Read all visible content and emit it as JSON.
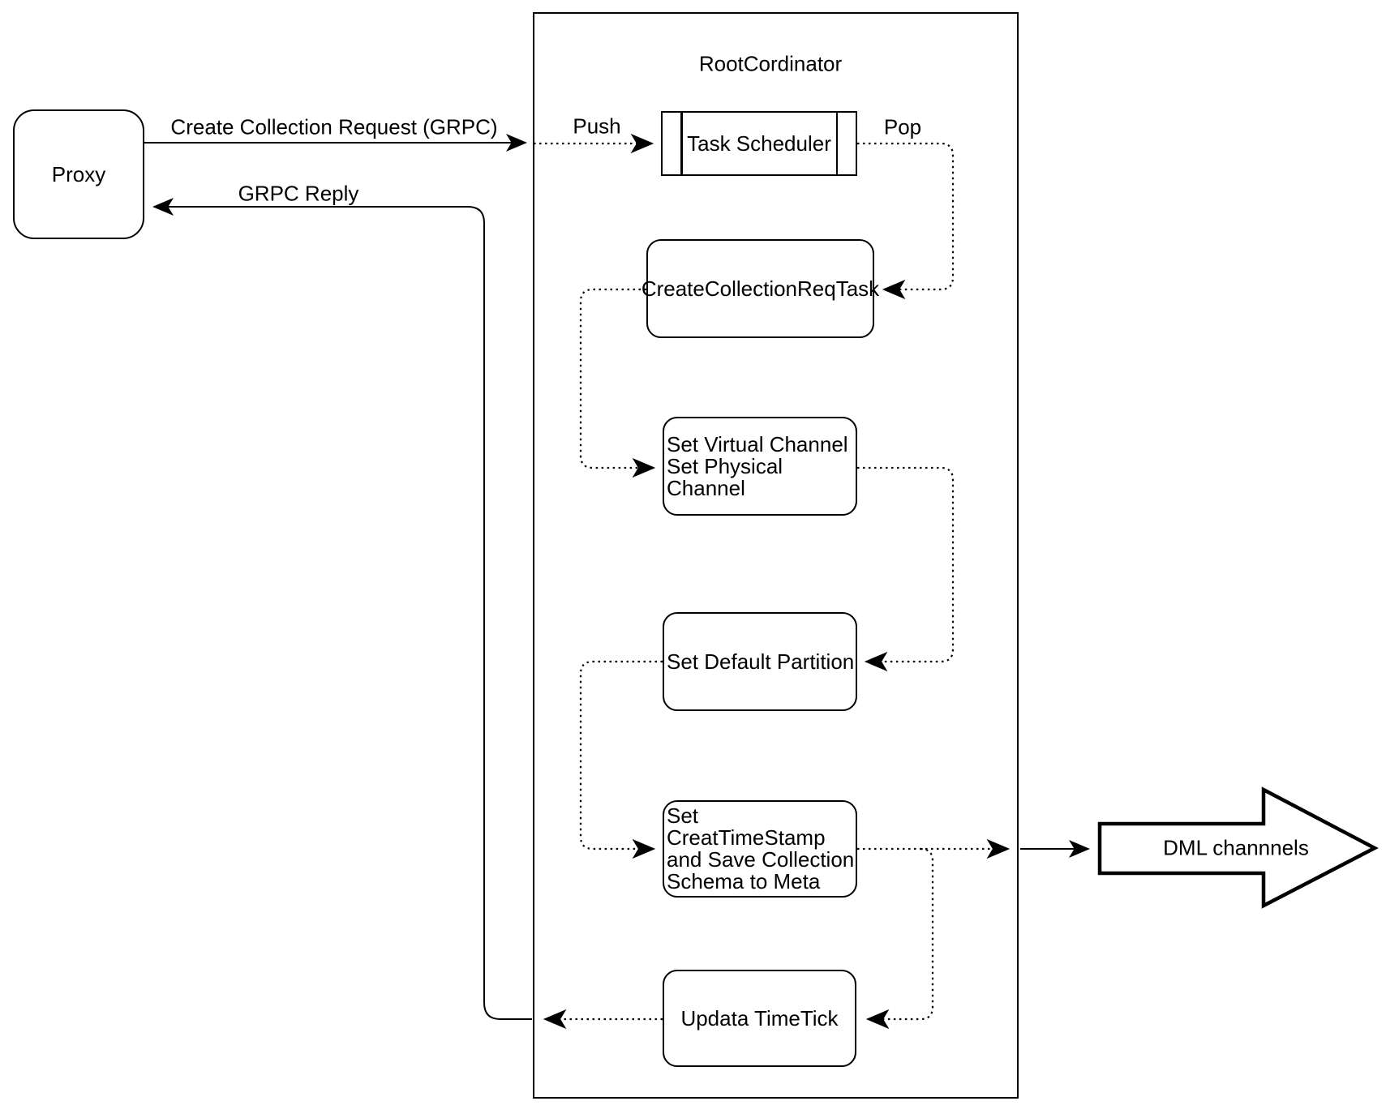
{
  "colors": {
    "stroke": "#000000",
    "background": "#ffffff"
  },
  "nodes": {
    "proxy": "Proxy",
    "root_coordinator": "RootCordinator",
    "task_scheduler": "Task Scheduler",
    "create_collection_req_task": "CreateCollectionReqTask",
    "set_channels": "Set Virtual Channel\nSet Physical Channel",
    "set_default_partition": "Set Default Partition",
    "set_create_timestamp": "Set CreatTimeStamp\nand Save Collection\nSchema to Meta",
    "update_time_tick": "Updata TimeTick",
    "dml_channels": "DML channnels"
  },
  "edge_labels": {
    "create_collection_request": "Create Collection Request (GRPC)",
    "grpc_reply": "GRPC Reply",
    "push": "Push",
    "pop": "Pop"
  }
}
